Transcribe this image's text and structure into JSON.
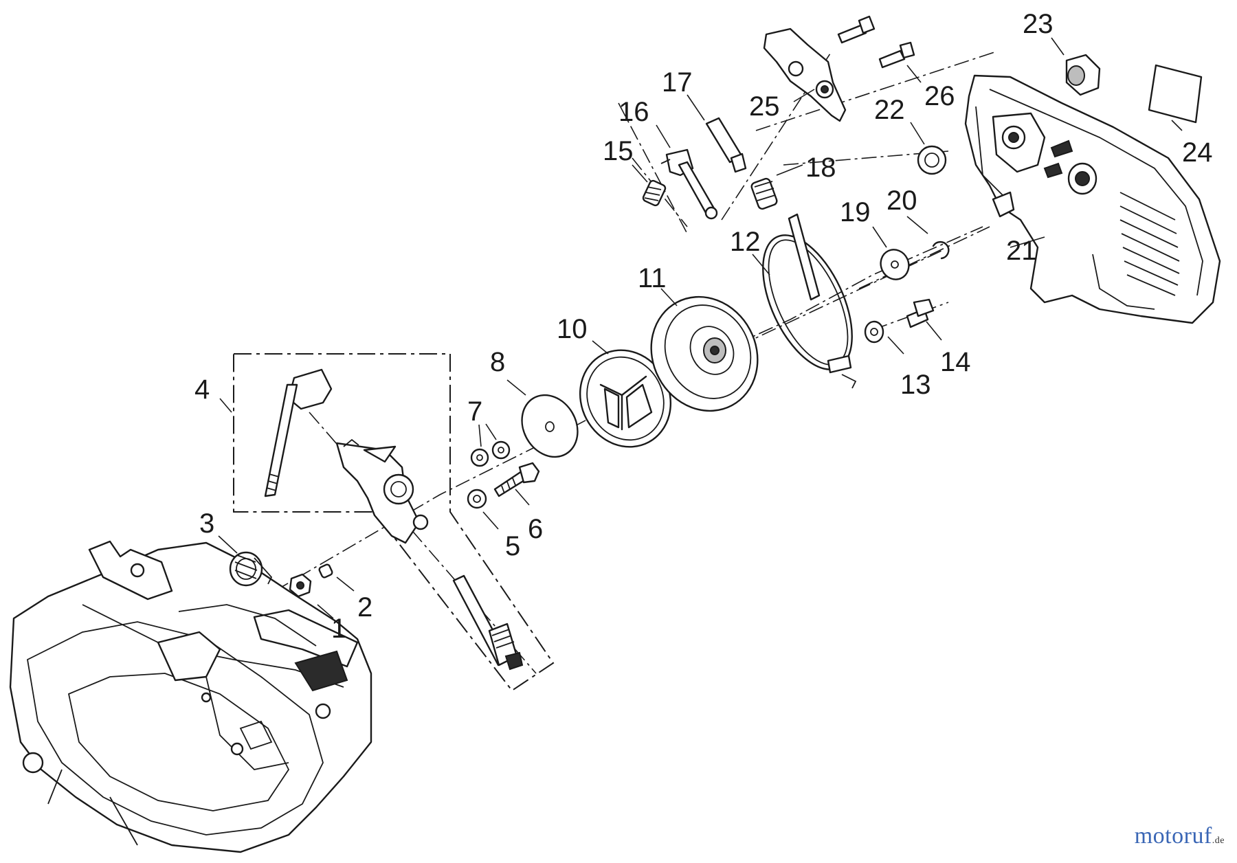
{
  "callouts": [
    "1",
    "2",
    "3",
    "4",
    "5",
    "6",
    "7",
    "8",
    "10",
    "11",
    "12",
    "13",
    "14",
    "15",
    "16",
    "17",
    "18",
    "19",
    "20",
    "21",
    "22",
    "23",
    "24",
    "25",
    "26"
  ],
  "watermark": {
    "main": "motoruf",
    "tld": ".de"
  },
  "colors": {
    "line": "#1a1a1a",
    "background": "#ffffff",
    "watermark_blue": "#3a66b5",
    "watermark_accent": "#d49a14"
  }
}
